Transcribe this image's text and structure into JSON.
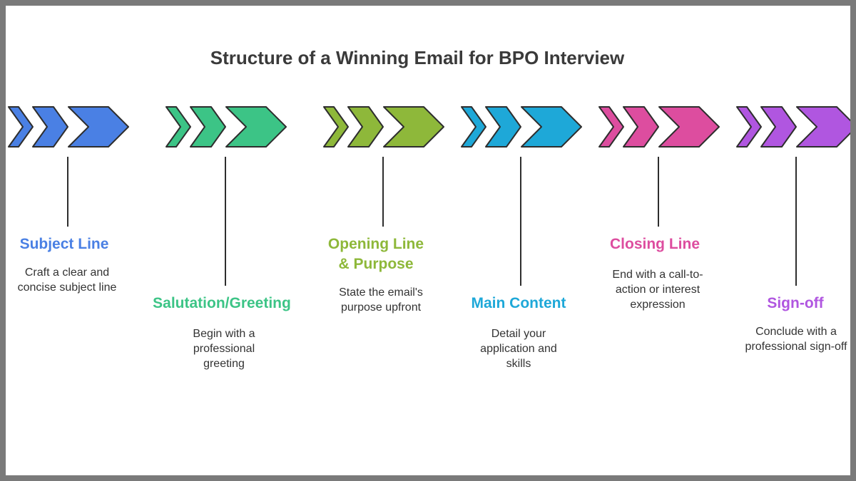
{
  "title": "Structure of a Winning Email for BPO Interview",
  "steps": [
    {
      "label": "Subject Line",
      "desc": [
        "Craft a clear and",
        "concise subject line"
      ],
      "color": "#4a80e4"
    },
    {
      "label": "Salutation/Greeting",
      "desc": [
        "Begin with a",
        "professional",
        "greeting"
      ],
      "color": "#3cc486"
    },
    {
      "label": [
        "Opening Line",
        "& Purpose"
      ],
      "desc": [
        "State the email's",
        "purpose upfront"
      ],
      "color": "#8eb83a"
    },
    {
      "label": "Main Content",
      "desc": [
        "Detail your",
        "application and",
        "skills"
      ],
      "color": "#1ea8d8"
    },
    {
      "label": "Closing Line",
      "desc": [
        "End with a call-to-",
        "action or interest",
        "expression"
      ],
      "color": "#dd4d9f"
    },
    {
      "label": "Sign-off",
      "desc": [
        "Conclude with a",
        "professional sign-off"
      ],
      "color": "#b056e0"
    }
  ]
}
